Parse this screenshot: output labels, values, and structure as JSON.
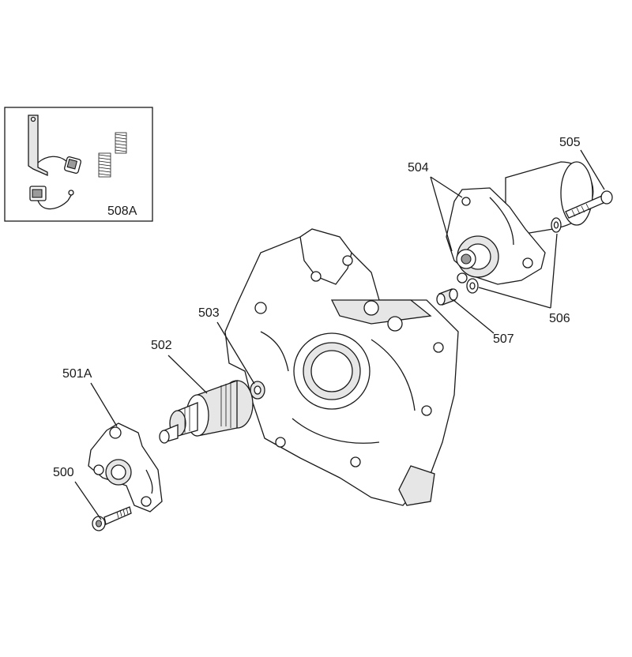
{
  "diagram": {
    "labels": {
      "p500": "500",
      "p501a": "501A",
      "p502": "502",
      "p503": "503",
      "p504": "504",
      "p505": "505",
      "p506": "506",
      "p507": "507",
      "p508a": "508A"
    }
  }
}
